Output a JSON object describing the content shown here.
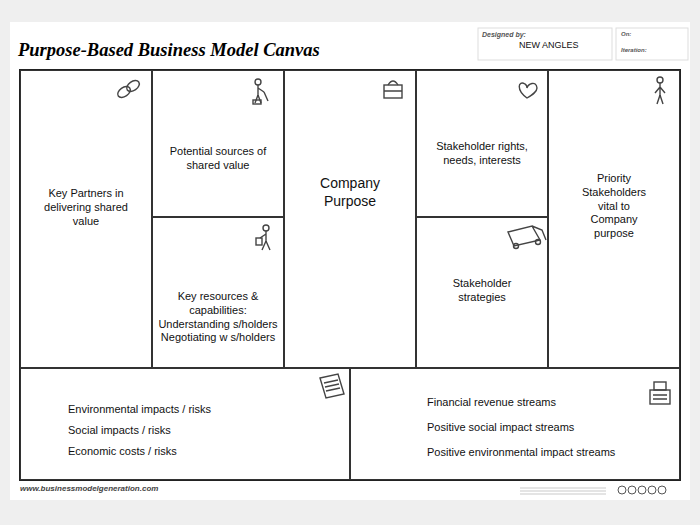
{
  "diagram": {
    "title": "Purpose-Based Business Model Canvas",
    "nodes": [
      {
        "text": [
          "Key Partners in delivering shared value"
        ]
      },
      {
        "text": [
          "Potential sources of shared value"
        ]
      },
      {
        "text": [
          "Key resources & capabilities: Understanding s/holders Negotiating w s/holders"
        ]
      },
      {
        "text": [
          "Company Purpose"
        ]
      },
      {
        "text": [
          "Stakeholder rights, needs, interests"
        ]
      },
      {
        "text": [
          "Stakeholder strategies"
        ]
      },
      {
        "text": [
          "Priority Stakeholders vital to Company purpose"
        ]
      },
      {
        "text": [
          "Environmental impacts / risks",
          "Social impacts / risks",
          "Economic costs / risks"
        ]
      },
      {
        "text": [
          "Financial revenue streams",
          "Positive social impact streams",
          "Positive environmental impact streams"
        ]
      }
    ],
    "labels": [
      "Designed by:",
      "NEW ANGLES",
      "On:",
      "Iteration:",
      "www.businessmodelgeneration.com"
    ]
  }
}
